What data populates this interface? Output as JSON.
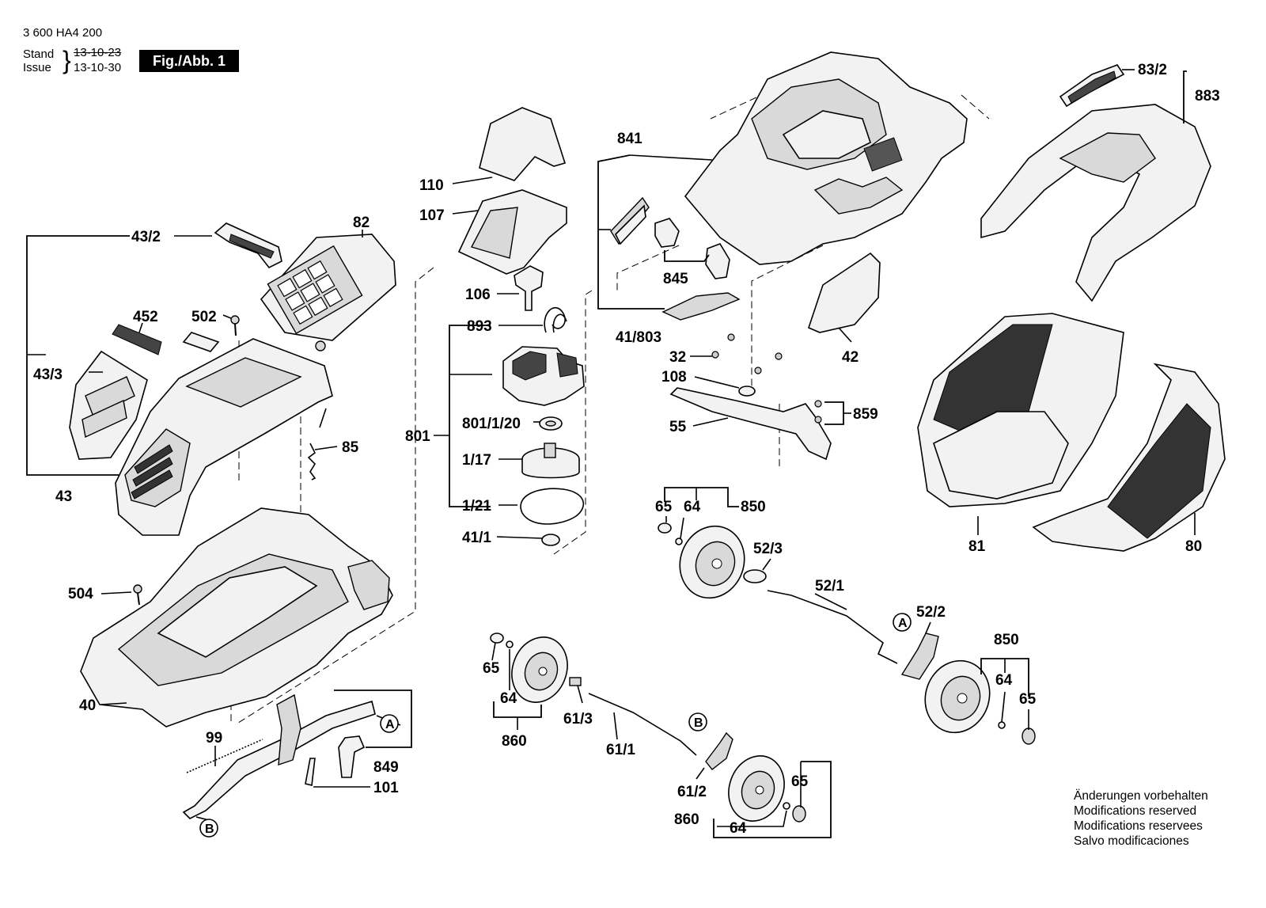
{
  "header": {
    "doc_number": "3 600 HA4 200",
    "stand_label": "Stand",
    "issue_label": "Issue",
    "stand_date": "13-10-23",
    "issue_date": "13-10-30",
    "figure_label": "Fig./Abb. 1"
  },
  "labels": {
    "l82": "82",
    "l43_2": "43/2",
    "l452": "452",
    "l502": "502",
    "l43_3": "43/3",
    "l43": "43",
    "l85": "85",
    "l504": "504",
    "l40": "40",
    "l99": "99",
    "l849": "849",
    "l101": "101",
    "l110": "110",
    "l107": "107",
    "l106": "106",
    "l893": "893",
    "l801": "801",
    "l801_1_20": "801/1/20",
    "l1_17": "1/17",
    "l1_21": "1/21",
    "l41_1": "41/1",
    "l841": "841",
    "l845": "845",
    "l41_803": "41/803",
    "l42": "42",
    "l32": "32",
    "l108": "108",
    "l55": "55",
    "l859": "859",
    "l83_2": "83/2",
    "l883": "883",
    "l81": "81",
    "l80": "80",
    "l65a": "65",
    "l64a": "64",
    "l850a": "850",
    "l52_3": "52/3",
    "l52_1": "52/1",
    "l52_2": "52/2",
    "l850b": "850",
    "l64b": "64",
    "l65b": "65",
    "l65c": "65",
    "l64c": "64",
    "l860a": "860",
    "l61_3": "61/3",
    "l61_1": "61/1",
    "l61_2": "61/2",
    "l860b": "860",
    "l65d": "65",
    "l64d": "64"
  },
  "markers": {
    "a1": "A",
    "a2": "A",
    "b1": "B",
    "b2": "B"
  },
  "notes": [
    "Änderungen vorbehalten",
    "Modifications reserved",
    "Modifications reservees",
    "Salvo modificaciones"
  ]
}
